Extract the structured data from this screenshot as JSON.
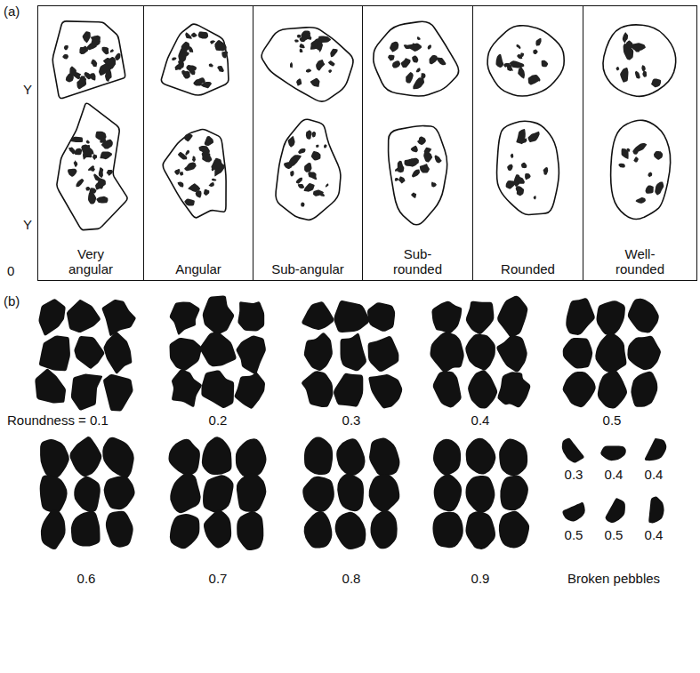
{
  "diagram": {
    "nodes": [
      {
        "text": [
          "Very angular"
        ]
      },
      {
        "text": [
          "Angular"
        ]
      },
      {
        "text": [
          "Sub-angular"
        ]
      },
      {
        "text": [
          "Sub-rounded"
        ]
      },
      {
        "text": [
          "Rounded"
        ]
      },
      {
        "text": [
          "Well-rounded"
        ]
      }
    ],
    "labels": [
      "(a)",
      "Y",
      "Y",
      "0",
      "(b)",
      "Roundness = 0.1",
      "0.2",
      "0.3",
      "0.4",
      "0.5",
      "0.6",
      "0.7",
      "0.8",
      "0.9",
      "0.3",
      "0.4",
      "0.4",
      "0.5",
      "0.5",
      "0.4",
      "Broken pebbles"
    ]
  }
}
